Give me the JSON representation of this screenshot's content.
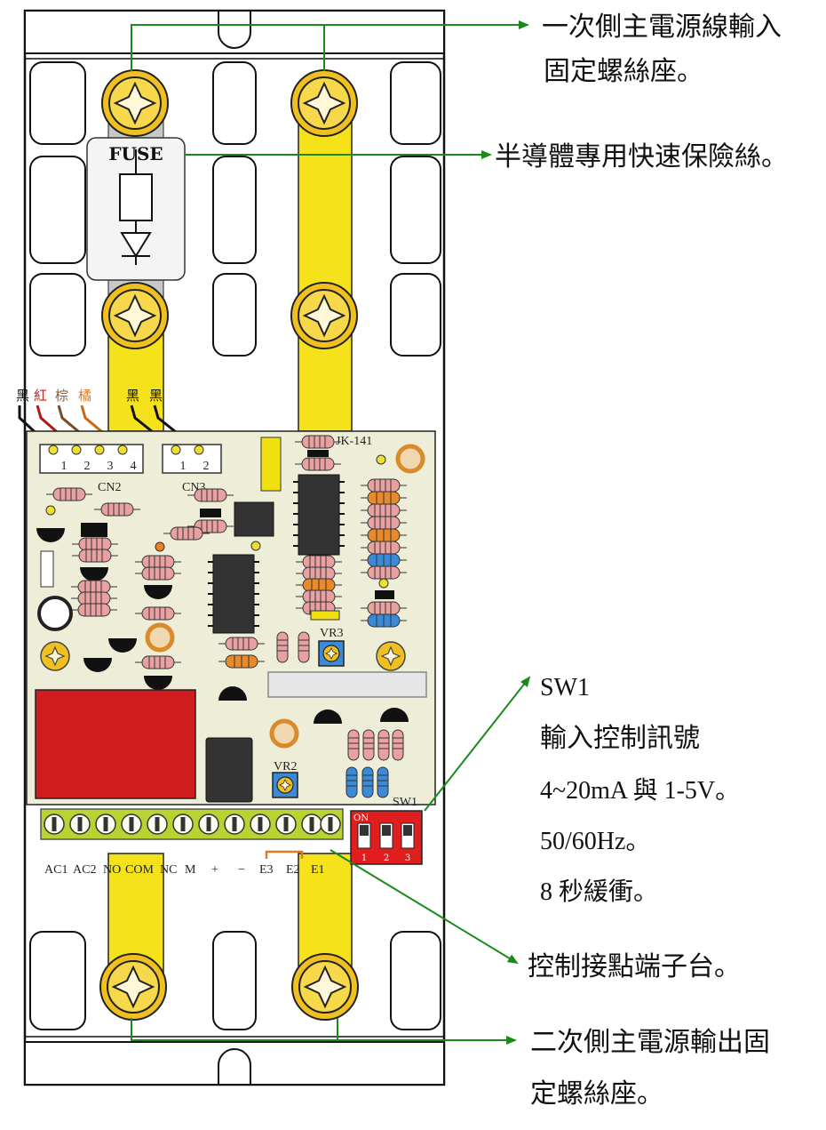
{
  "fuse": {
    "label": "FUSE"
  },
  "wires": {
    "cn2": [
      {
        "label": "黑",
        "color": "#111111"
      },
      {
        "label": "紅",
        "color": "#c81e1e"
      },
      {
        "label": "棕",
        "color": "#8a5a3a"
      },
      {
        "label": "橘",
        "color": "#d97a1e"
      }
    ],
    "cn3": [
      {
        "label": "黑",
        "color": "#111111"
      },
      {
        "label": "黑",
        "color": "#111111"
      }
    ]
  },
  "pcb": {
    "model": "JK-141",
    "cn2_label": "CN2",
    "cn3_label": "CN3",
    "cn2_pins": [
      "1",
      "2",
      "3",
      "4"
    ],
    "cn3_pins": [
      "1",
      "2"
    ],
    "vr3_label": "VR3",
    "vr2_label": "VR2",
    "sw1_label": "SW1",
    "dip_on": "ON",
    "dip_nums": [
      "1",
      "2",
      "3"
    ],
    "terminal_labels": [
      "AC1",
      "AC2",
      "NO",
      "COM",
      "NC",
      "M",
      "+",
      "−",
      "E3",
      "E2",
      "E1"
    ]
  },
  "callouts": {
    "primary_input": [
      "一次側主電源線輸入",
      "固定螺絲座。"
    ],
    "fuse": "半導體專用快速保險絲。",
    "sw1": [
      "SW1",
      "輸入控制訊號",
      "4~20mA 與 1-5V。",
      "50/60Hz。",
      "8 秒緩衝。"
    ],
    "terminal": "控制接點端子台。",
    "secondary_output": [
      "二次側主電源輸出固",
      "定螺絲座。"
    ]
  },
  "colors": {
    "busbar": "#f5e21a",
    "pcb": "#eeeed8",
    "relay": "#d01c1c",
    "terminal_block": "#b8d432",
    "screw": "#f0c020",
    "arrow": "#1a8a1a"
  }
}
